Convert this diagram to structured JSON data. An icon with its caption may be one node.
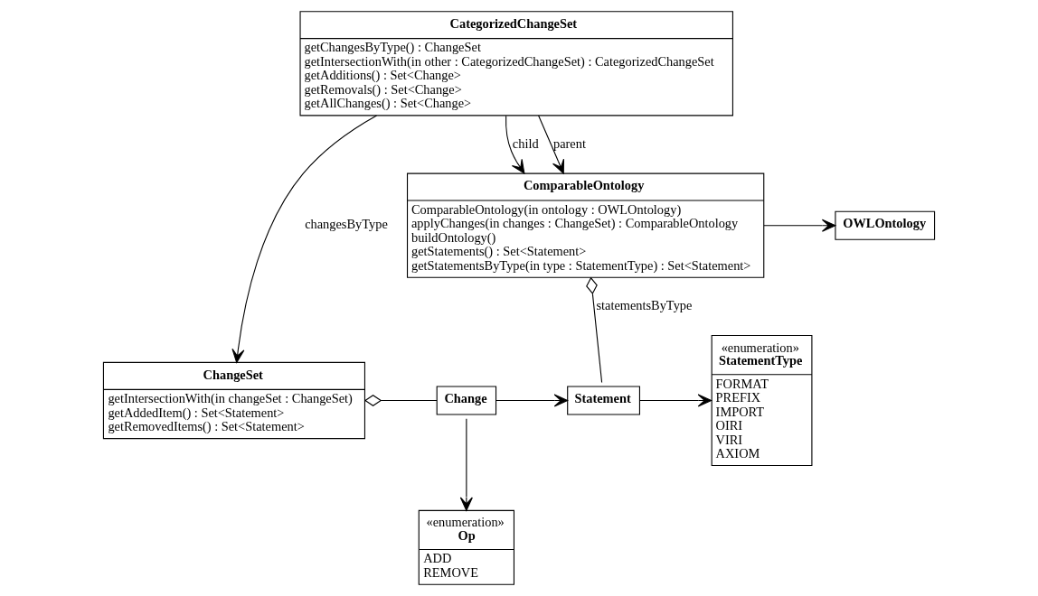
{
  "diagram": {
    "nodes": [
      {
        "text": [
          "CategorizedChangeSet",
          "getChangesByType() : ChangeSet",
          "getIntersectionWith(in other : CategorizedChangeSet) : CategorizedChangeSet",
          "getAdditions() : Set<Change>",
          "getRemovals() : Set<Change>",
          "getAllChanges() : Set<Change>"
        ]
      },
      {
        "text": [
          "ComparableOntology",
          "ComparableOntology(in ontology : OWLOntology)",
          "applyChanges(in changes : ChangeSet) : ComparableOntology",
          "buildOntology()",
          "getStatements() : Set<Statement>",
          "getStatementsByType(in type : StatementType) : Set<Statement>"
        ]
      },
      {
        "text": [
          "OWLOntology"
        ]
      },
      {
        "text": [
          "«enumeration»",
          "Op",
          "ADD",
          "REMOVE"
        ]
      },
      {
        "text": [
          "«enumeration»",
          "StatementType",
          "FORMAT",
          "PREFIX",
          "IMPORT",
          "OIRI",
          "VIRI",
          "AXIOM"
        ]
      },
      {
        "text": [
          "ChangeSet",
          "getIntersectionWith(in changeSet : ChangeSet)",
          "getAddedItem() : Set<Statement>",
          "getRemovedItems() : Set<Statement>"
        ]
      },
      {
        "text": [
          "Change"
        ]
      },
      {
        "text": [
          "Statement"
        ]
      }
    ],
    "edges": [
      {
        "from": 0,
        "to": 1,
        "arrow": "to",
        "label": "parent"
      },
      {
        "from": 0,
        "to": 1,
        "arrow": "to",
        "label": "child"
      },
      {
        "from": 0,
        "to": 5,
        "arrow": "to",
        "label": "changesByType"
      },
      {
        "from": 1,
        "to": 2,
        "arrow": "to"
      },
      {
        "from": 1,
        "to": 7,
        "arrow": "other",
        "label": "statementsByType"
      },
      {
        "from": 6,
        "to": 3,
        "arrow": "to"
      },
      {
        "from": 5,
        "to": 6,
        "arrow": "other"
      },
      {
        "from": 6,
        "to": 7,
        "arrow": "to"
      },
      {
        "from": 7,
        "to": 4,
        "arrow": "to"
      }
    ]
  }
}
